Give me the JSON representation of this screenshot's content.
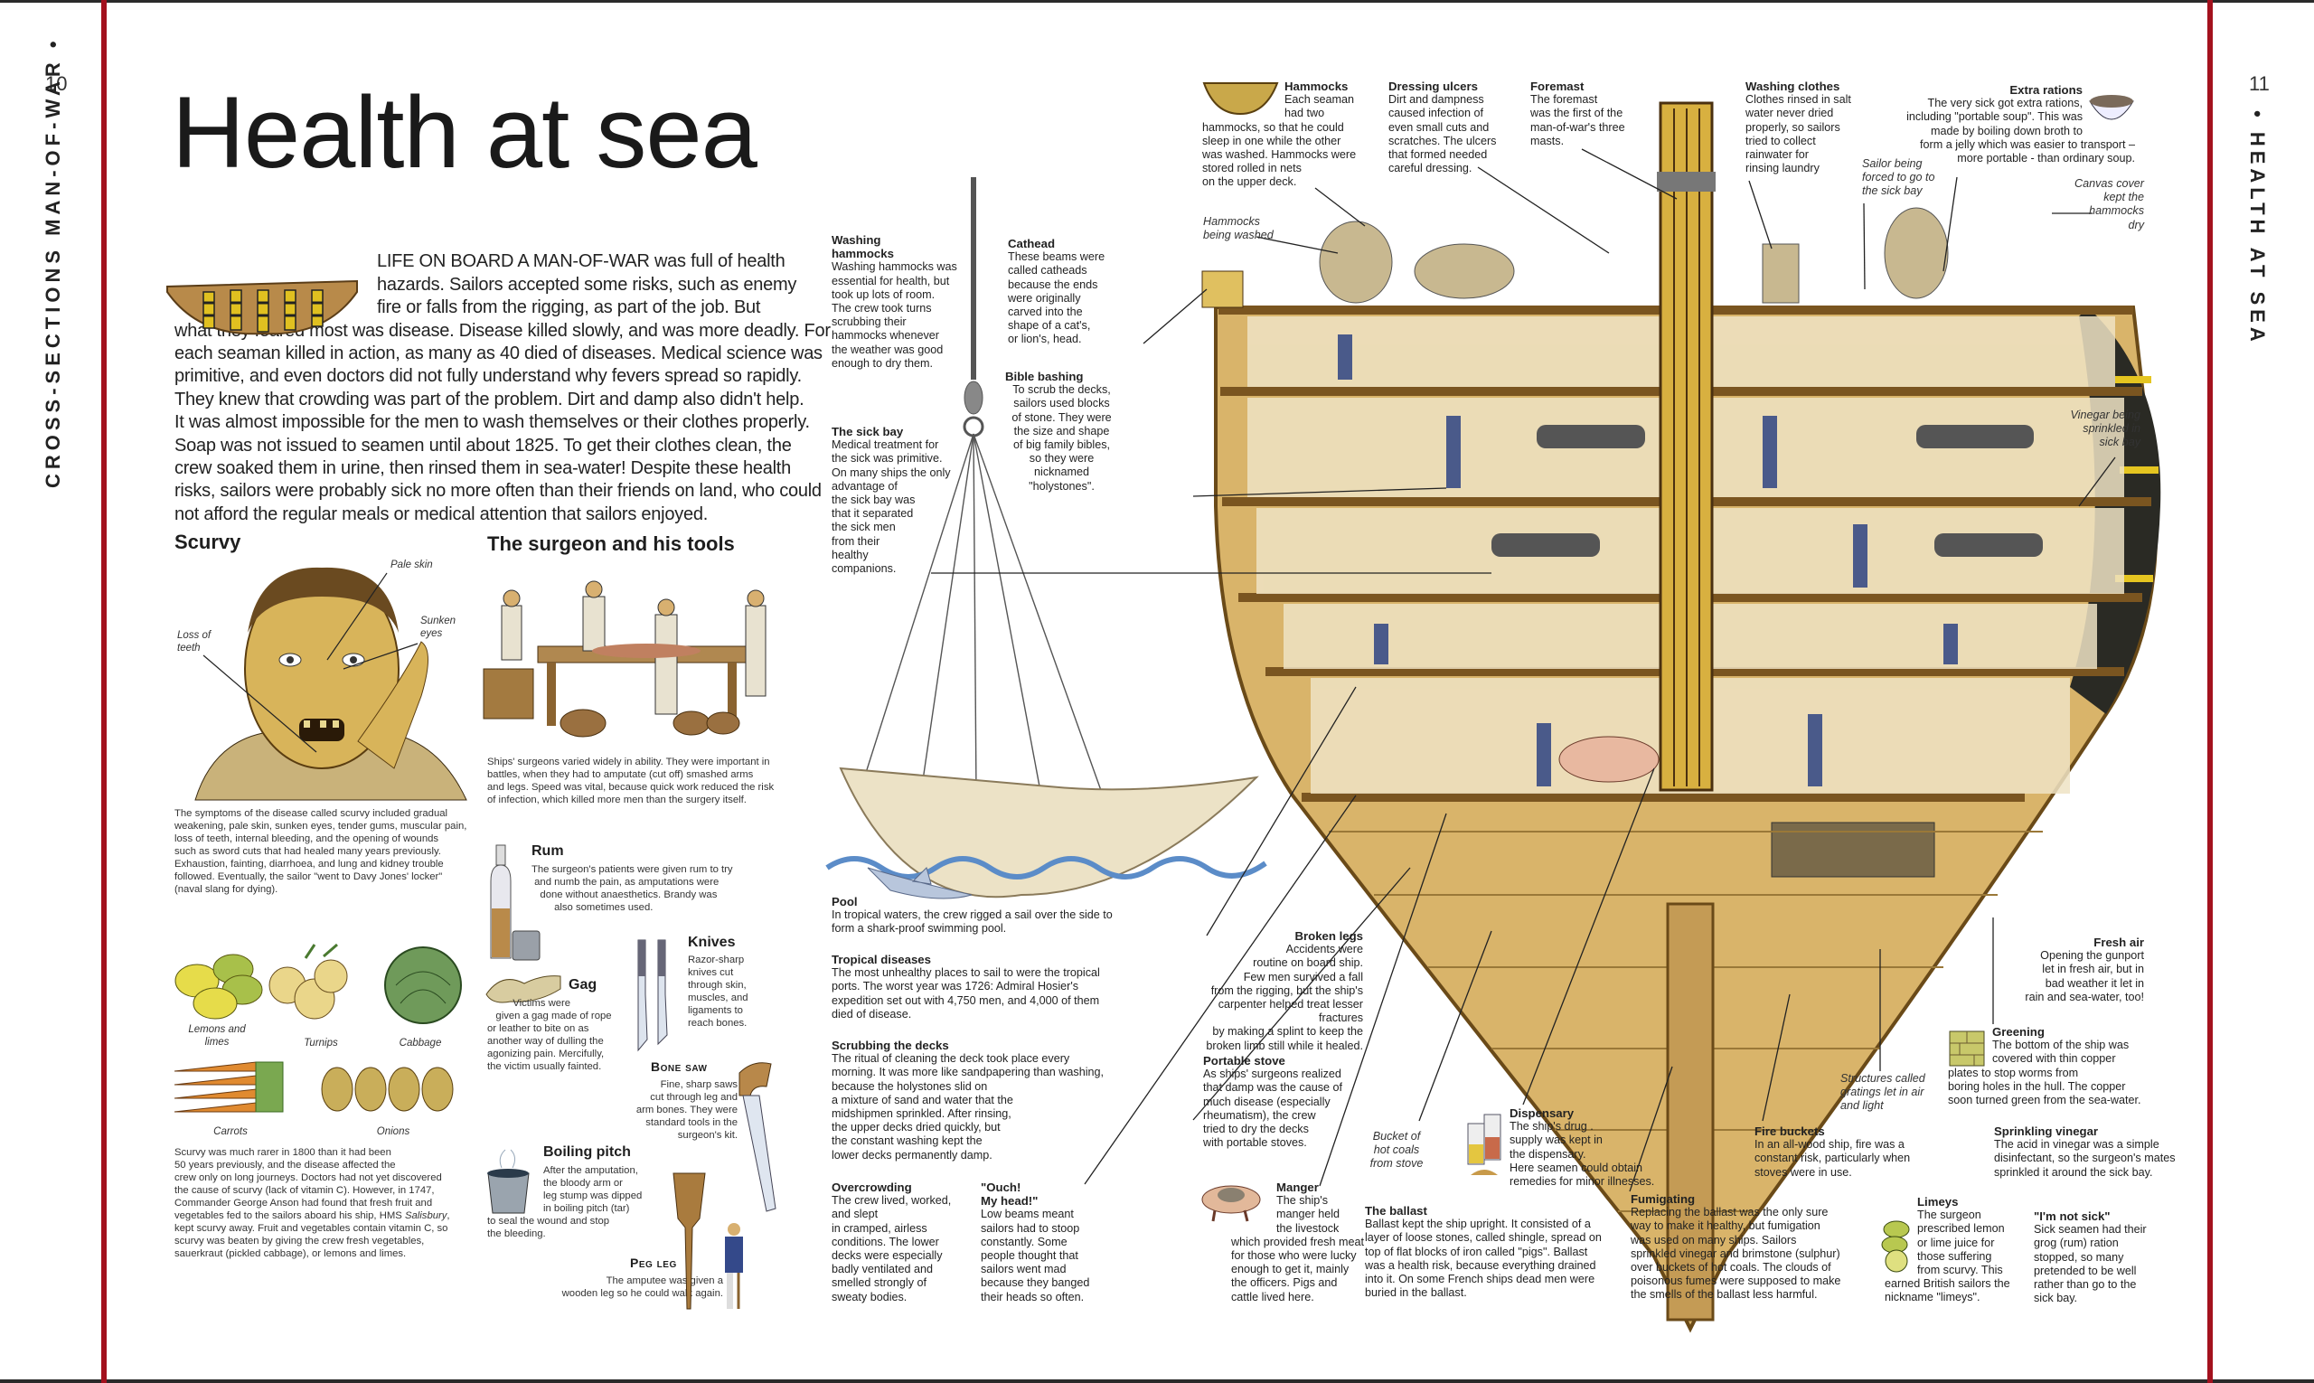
{
  "left_page": {
    "page_number": "10",
    "running_head": "CROSS-SECTIONS MAN-OF-WAR  •",
    "title": "Health at sea",
    "intro": "LIFE ON BOARD A MAN-OF-WAR was full of health\nhazards. Sailors accepted some risks, such as enemy\nfire or falls from the rigging, as part of the job. But\nwhat they feared most was disease. Disease killed slowly, and was more deadly. For\neach seaman killed in action, as many as 40 died of diseases. Medical science was\nprimitive, and even doctors did not fully understand why fevers spread so rapidly.\nThey knew that crowding was part of the problem. Dirt and damp also didn't help.\nIt was almost impossible for the men to wash themselves or their clothes properly.\nSoap was not issued to seamen until about 1825. To get their clothes clean, the\ncrew soaked them in urine, then rinsed them in sea-water! Despite these health\nrisks, sailors were probably sick no more often than their friends on land, who could\nnot afford the regular meals or medical attention that sailors enjoyed.",
    "scurvy": {
      "heading": "Scurvy",
      "labels": {
        "pale_skin": "Pale skin",
        "sunken_eyes": "Sunken\neyes",
        "loss_of_teeth": "Loss of\nteeth"
      },
      "text": "The symptoms of the disease called scurvy included gradual\nweakening, pale skin, sunken eyes, tender gums, muscular pain,\nloss of teeth, internal bleeding, and the opening of wounds\nsuch as sword cuts that had healed many years previously.\nExhaustion, fainting, diarrhoea, and lung and kidney trouble\nfollowed. Eventually, the sailor \"went to Davy Jones' locker\"\n(naval slang for dying).",
      "foods": {
        "lemons": "Lemons and\nlimes",
        "turnips": "Turnips",
        "cabbage": "Cabbage",
        "carrots": "Carrots",
        "onions": "Onions"
      },
      "text2_a": "Scurvy was much rarer in 1800 than it had been\n50 years previously, and the disease affected the\ncrew only on long journeys. Doctors had not yet discovered\nthe cause of scurvy (lack of vitamin C). However, in 1747,\nCommander George Anson had found that fresh fruit and\nvegetables fed to the sailors aboard his ship, HMS ",
      "text2_ship": "Salisbury",
      "text2_b": ",\nkept scurvy away. Fruit and vegetables contain vitamin C, so\nscurvy was beaten by giving the crew fresh vegetables,\nsauerkraut (pickled cabbage), or lemons and limes."
    },
    "surgeon": {
      "heading": "The surgeon and his tools",
      "text": "Ships' surgeons varied widely in ability. They were important in\nbattles, when they had to amputate (cut off) smashed arms\nand legs. Speed was vital, because quick work reduced the risk\nof infection, which killed more men than the surgery itself.",
      "rum": {
        "heading": "Rum",
        "text": "The surgeon's patients were given rum to try\n and numb the pain, as amputations were\n   done without anaesthetics. Brandy was\n        also sometimes used."
      },
      "gag": {
        "heading": "Gag",
        "text": "         Victims were\n   given a gag made of rope\nor leather to bite on as\nanother way of dulling the\nagonizing pain. Mercifully,\nthe victim usually fainted."
      },
      "knives": {
        "heading": "Knives",
        "text": "Razor-sharp\nknives cut\nthrough skin,\nmuscles, and\nligaments to\nreach bones."
      },
      "bone_saw": {
        "heading": "Bone saw",
        "text": "Fine, sharp saws\ncut through leg and\narm bones. They were\nstandard tools in the\nsurgeon's kit."
      },
      "boiling_pitch": {
        "heading": "Boiling pitch",
        "text": "After the amputation,\nthe bloody arm or\nleg stump was dipped\nin boiling pitch (tar)",
        "text_cont": "to seal the wound and stop\nthe bleeding."
      },
      "peg_leg": {
        "heading": "Peg leg",
        "text": "The amputee was given a\nwooden leg so he could walk again."
      }
    }
  },
  "right_page": {
    "page_number": "11",
    "running_head": "•  HEALTH AT SEA",
    "callouts": {
      "hammocks": {
        "heading": "Hammocks",
        "text": "Each seaman\nhad two\nhammocks, so that he could\nsleep in one while the other\nwas washed. Hammocks were\nstored rolled in nets\non the upper deck."
      },
      "dressing_ulcers": {
        "heading": "Dressing ulcers",
        "text": "Dirt and dampness\ncaused infection of\neven small cuts and\nscratches. The ulcers\nthat formed needed\ncareful dressing."
      },
      "foremast": {
        "heading": "Foremast",
        "text": "The foremast\nwas the first of the\nman-of-war's three\nmasts."
      },
      "washing_clothes": {
        "heading": "Washing clothes",
        "text": "Clothes rinsed in salt\nwater never dried\nproperly, so sailors\ntried to collect\nrainwater for\nrinsing laundry"
      },
      "extra_rations": {
        "heading": "Extra rations",
        "text": "The very sick got extra rations,\nincluding \"portable soup\". This was\nmade by boiling down broth to\nform a jelly which was easier to transport –\nmore portable - than ordinary soup."
      },
      "washing_hammocks": {
        "heading": "Washing\nhammocks",
        "text": "Washing hammocks was\nessential for health, but\ntook up lots of room.\nThe crew took turns\nscrubbing their\nhammocks whenever\nthe weather was good\nenough to dry them."
      },
      "cathead": {
        "heading": "Cathead",
        "text": "These beams were\ncalled catheads\nbecause the ends\nwere originally\ncarved into the\nshape of a cat's,\nor lion's, head."
      },
      "bible_bashing": {
        "heading": "Bible bashing",
        "text": "To scrub the decks,\nsailors used blocks\nof stone. They were\nthe size and shape\nof big family bibles,\nso they were\nnicknamed\n\"holystones\"."
      },
      "sick_bay": {
        "heading": "The sick bay",
        "text": "Medical treatment for\nthe sick was primitive.\nOn many ships the only\nadvantage of\nthe sick bay was\nthat it separated\nthe sick men\nfrom their\nhealthy\ncompanions."
      },
      "pool": {
        "heading": "Pool",
        "text": "In tropical waters, the crew rigged a sail over the side to\nform a shark-proof swimming pool."
      },
      "tropical_diseases": {
        "heading": "Tropical diseases",
        "text": "The most unhealthy places to sail to were the tropical\nports. The worst year was 1726: Admiral Hosier's\nexpedition set out with 4,750 men, and 4,000 of them\ndied of disease."
      },
      "scrubbing_decks": {
        "heading": "Scrubbing the decks",
        "text": "The ritual of cleaning the deck took place every\nmorning. It was more like sandpapering than washing,\nbecause the holystones slid on\na mixture of sand and water that the\nmidshipmen sprinkled. After rinsing,\nthe upper decks dried quickly, but\nthe constant washing kept the\nlower decks permanently damp."
      },
      "overcrowding": {
        "heading": "Overcrowding",
        "text": "The crew lived, worked,\nand slept\nin cramped, airless\nconditions. The lower\ndecks were especially\nbadly ventilated and\nsmelled strongly of\nsweaty bodies."
      },
      "ouch": {
        "heading": "\"Ouch!\nMy head!\"",
        "text": "Low beams meant\nsailors had to stoop\nconstantly. Some\npeople thought that\nsailors went mad\nbecause they banged\ntheir heads so often."
      },
      "broken_legs": {
        "heading": "Broken legs",
        "text": "Accidents were\nroutine on board ship.\nFew men survived a fall\nfrom the rigging, but the ship's\ncarpenter helped treat lesser fractures\nby making a splint to keep the\nbroken limb still while it healed."
      },
      "portable_stove": {
        "heading": "Portable stove",
        "text": "As ships' surgeons realized\nthat damp was the cause of\nmuch disease (especially\nrheumatism), the crew\ntried to dry the decks\nwith portable stoves."
      },
      "manger": {
        "heading": "Manger",
        "text": "The ship's\nmanger held\nthe livestock\nwhich provided fresh meat\nfor those who were lucky\nenough to get it, mainly\nthe officers. Pigs and\ncattle lived here."
      },
      "dispensary": {
        "heading": "Dispensary",
        "text": "The ship's drug .\nsupply was kept in\nthe dispensary.\nHere seamen could obtain\nremedies for minor illnesses."
      },
      "ballast": {
        "heading": "The ballast",
        "text": "Ballast kept the ship upright. It consisted of a\nlayer of loose stones, called shingle, spread on\ntop of flat blocks of iron called \"pigs\". Ballast\nwas a health risk, because everything drained\ninto it. On some French ships dead men were\nburied in the ballast."
      },
      "fumigating": {
        "heading": "Fumigating",
        "text": "Replacing the ballast was the only sure\nway to make it healthy, but fumigation\nwas used on many ships. Sailors\nsprinkled vinegar and brimstone (sulphur)\nover buckets of hot coals. The clouds of\npoisonous fumes were supposed to make\nthe smells of the ballast less harmful."
      },
      "fire_buckets": {
        "heading": "Fire buckets",
        "text": "In an all-wood ship, fire was a\nconstant risk, particularly when\nstoves were in use."
      },
      "fresh_air": {
        "heading": "Fresh air",
        "text": "Opening the gunport\nlet in fresh air, but in\nbad weather it let in\nrain and sea-water, too!"
      },
      "greening": {
        "heading": "Greening",
        "text": "The bottom of the ship was\ncovered with thin copper\nplates to stop worms from\nboring holes in the hull. The copper\nsoon turned green from the sea-water."
      },
      "sprinkling_vinegar": {
        "heading": "Sprinkling vinegar",
        "text": "The acid in vinegar was a simple\ndisinfectant, so the surgeon's mates\nsprinkled it around the sick bay."
      },
      "limeys": {
        "heading": "Limeys",
        "text": "The surgeon\nprescribed lemon\nor lime juice for\nthose suffering\nfrom scurvy. This\nearned British sailors the\nnickname \"limeys\"."
      },
      "not_sick": {
        "heading": "\"I'm not sick\"",
        "text": "Sick seamen had their\ngrog (rum) ration\nstopped, so many\npretended to be well\nrather than go to the\nsick bay."
      }
    },
    "italic_labels": {
      "hammocks_washed": "Hammocks\nbeing washed",
      "sailor_forced": "Sailor being\nforced to go to\nthe sick bay",
      "canvas_cover": "Canvas cover\nkept the\nhammocks\ndry",
      "vinegar_sprinkled": "Vinegar being\nsprinkled in\nsick bay",
      "bucket_coals": "Bucket of\nhot coals\nfrom stove",
      "gratings": "Structures called\ngratings let in air\nand light"
    }
  },
  "colors": {
    "accent_red": "#a3111e",
    "wood": "#d9b46a",
    "wood_dark": "#8a6330",
    "sea": "#7fa8d6"
  }
}
